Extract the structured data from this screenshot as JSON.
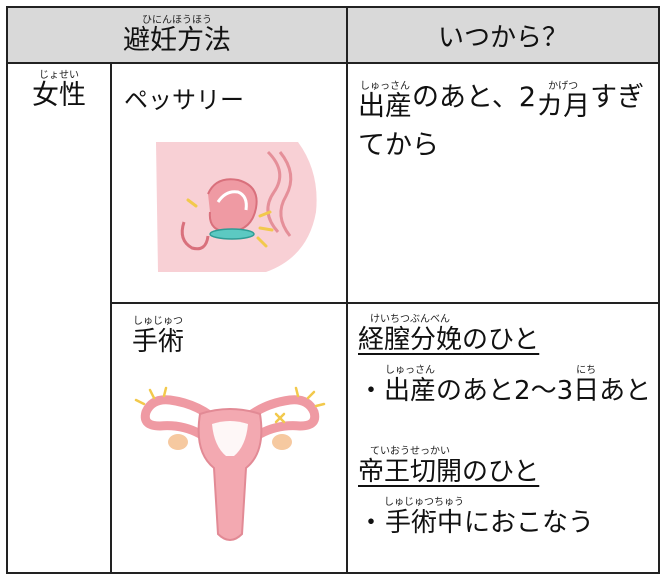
{
  "header": {
    "method_ruby": "ひにんほうほう",
    "method_label": "避妊方法",
    "when_label": "いつから？"
  },
  "category": {
    "ruby": "じょせい",
    "label": "女性"
  },
  "pessary": {
    "name": "ペッサリー",
    "when_ruby_birth": "しゅっさん",
    "when_birth": "出産",
    "when_mid": "のあと、2",
    "when_ruby_month": "かげつ",
    "when_month": "カ月",
    "when_end": "すぎ",
    "when_line2": "てから"
  },
  "surgery": {
    "ruby": "しゅじゅつ",
    "name": "手術",
    "vaginal_ruby": "けいちつぶんべん",
    "vaginal_label": "経膣分娩",
    "vaginal_suffix": "のひと",
    "vaginal_ruby_birth": "しゅっさん",
    "vaginal_bullet": "・",
    "vaginal_birth": "出産",
    "vaginal_mid": "のあと2～3",
    "vaginal_ruby_day": "にち",
    "vaginal_day": "日",
    "vaginal_end": "あと",
    "cesarean_ruby": "ていおうせっかい",
    "cesarean_label": "帝王切開",
    "cesarean_suffix": "のひと",
    "cesarean_bullet": "・",
    "cesarean_ruby_surgery": "しゅじゅつちゅう",
    "cesarean_surgery": "手術中",
    "cesarean_end": "におこなう"
  },
  "colors": {
    "header_bg": "#d9d9d9",
    "skin": "#f6c9cf",
    "uterus": "#ef9aa3",
    "ring": "#5cc9c2",
    "spark": "#f2c94c"
  }
}
